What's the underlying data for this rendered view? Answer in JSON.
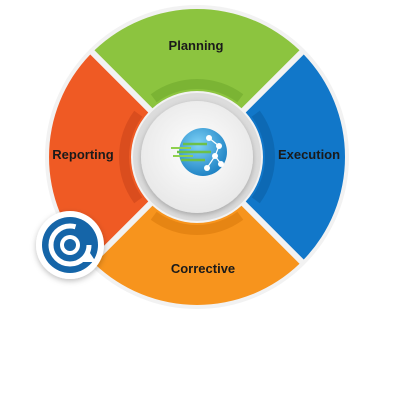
{
  "diagram": {
    "segments": [
      {
        "id": "planning",
        "label": "Planning",
        "color": "#8cc43f",
        "shade": "#6ea72c"
      },
      {
        "id": "execution",
        "label": "Execution",
        "color": "#1177c9",
        "shade": "#0b5ea3"
      },
      {
        "id": "corrective",
        "label": "Corrective",
        "color": "#f7941d",
        "shade": "#d9790b"
      },
      {
        "id": "reporting",
        "label": "Reporting",
        "color": "#ef5a24",
        "shade": "#c9431a"
      }
    ],
    "hub": {
      "icon": "globe-network-icon",
      "color": "#2a9fd8"
    },
    "badge": {
      "icon": "cycle-refresh-icon",
      "color": "#1565a8"
    }
  }
}
